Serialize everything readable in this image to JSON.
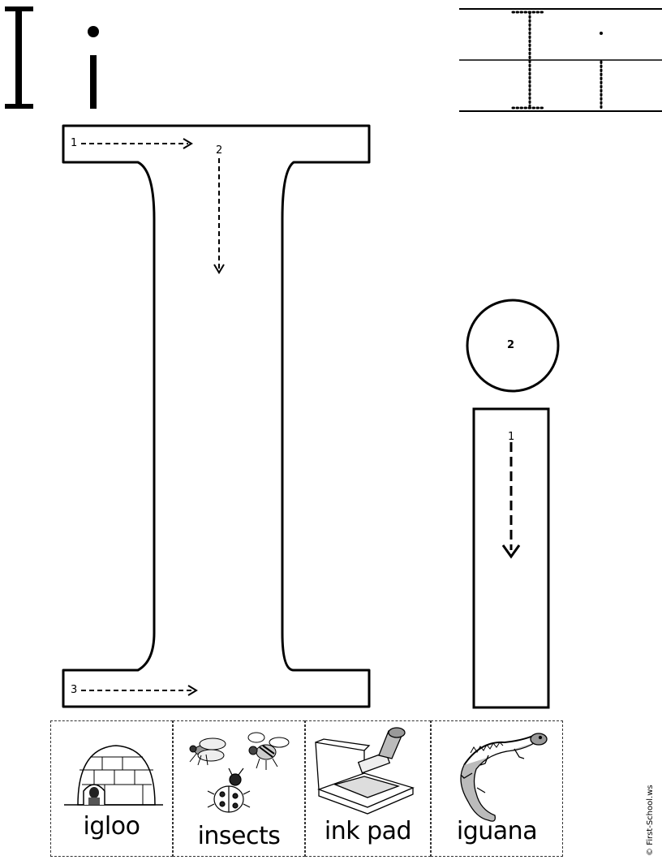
{
  "header": {
    "uppercase_letter": "I",
    "lowercase_letter": "i"
  },
  "trace_uppercase": {
    "stroke_numbers": [
      "1",
      "2",
      "3"
    ]
  },
  "trace_lowercase": {
    "stroke_numbers": [
      "1",
      "2"
    ]
  },
  "pictures": [
    {
      "label": "igloo",
      "icon": "igloo-icon"
    },
    {
      "label": "insects",
      "icon": "insects-icon"
    },
    {
      "label": "ink pad",
      "icon": "ink-pad-icon"
    },
    {
      "label": "iguana",
      "icon": "iguana-icon"
    }
  ],
  "footer": {
    "copyright": "© First-School.ws"
  }
}
